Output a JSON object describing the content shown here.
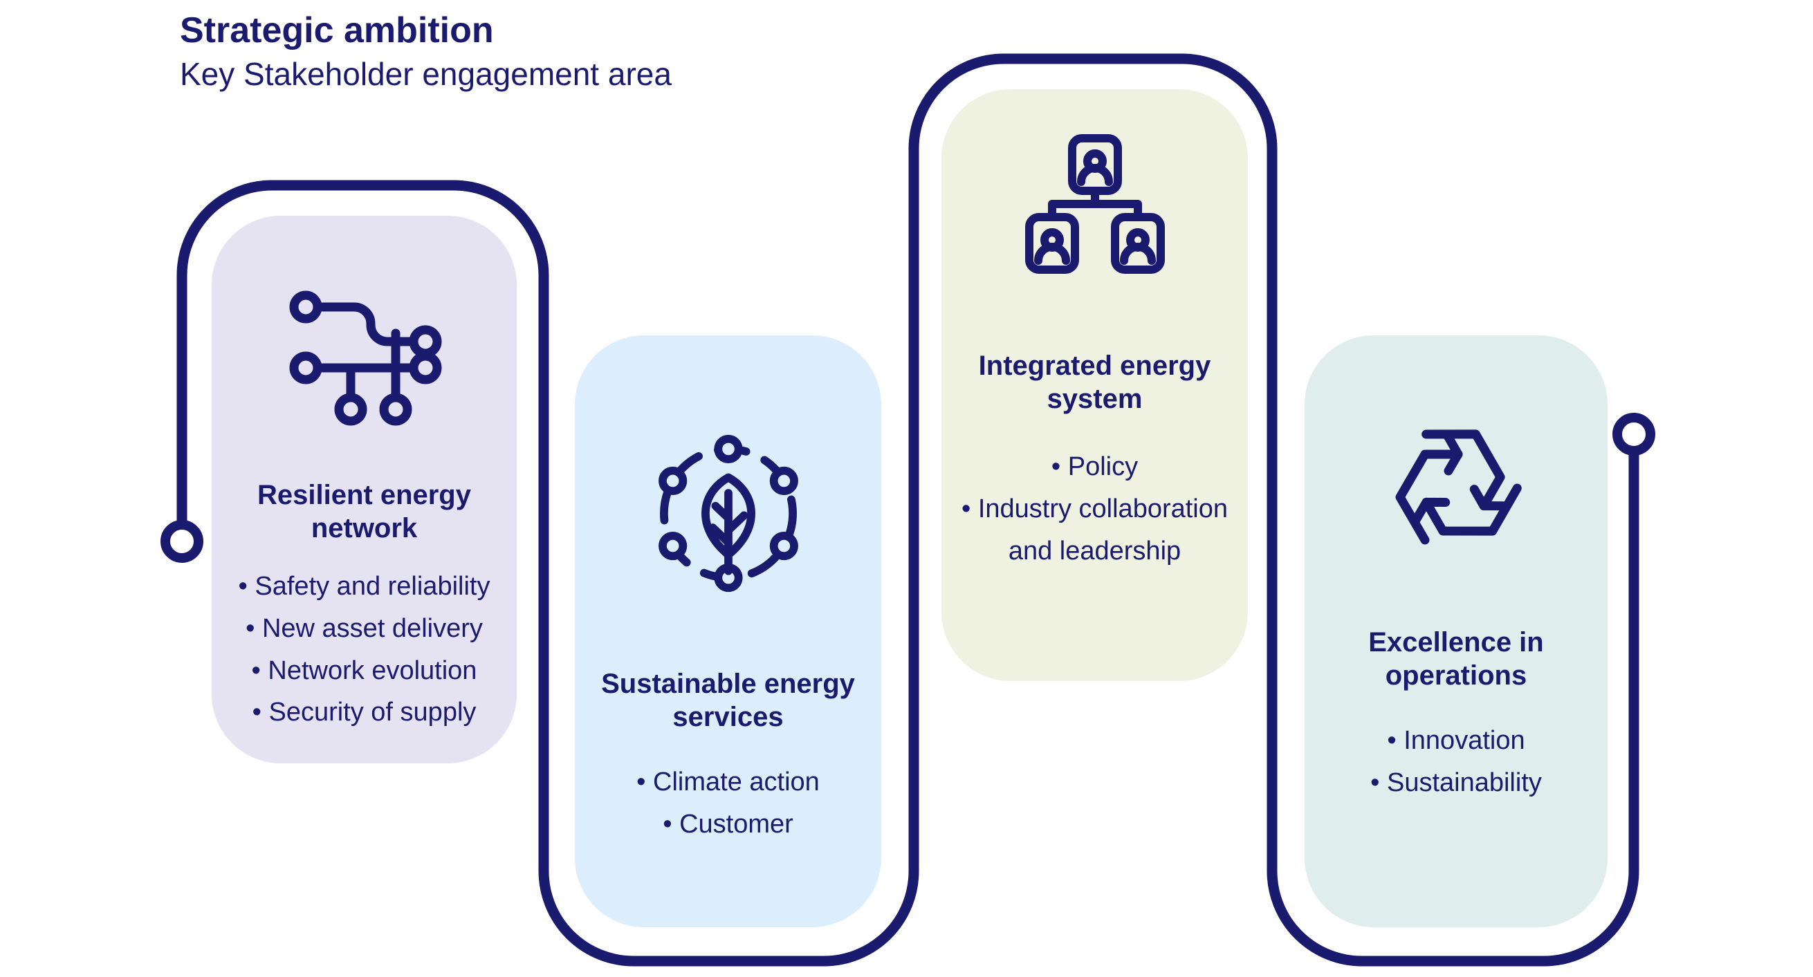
{
  "header": {
    "title": "Strategic ambition",
    "subtitle": "Key Stakeholder engagement area"
  },
  "colors": {
    "navy": "#1A1A6E",
    "card1_bg": "#E5E2F1",
    "card2_bg": "#DCEEFB",
    "card3_bg": "#EFF2E1",
    "card4_bg": "#DFEEEC"
  },
  "cards": [
    {
      "title": "Resilient energy network",
      "icon": "network-icon",
      "bullets": [
        "• Safety and reliability",
        "• New asset delivery",
        "• Network evolution",
        "• Security of supply"
      ]
    },
    {
      "title": "Sustainable energy services",
      "icon": "leaf-network-icon",
      "bullets": [
        "• Climate action",
        "• Customer"
      ]
    },
    {
      "title": "Integrated energy system",
      "icon": "org-chart-icon",
      "bullets": [
        "• Policy",
        "• Industry collaboration and leadership"
      ]
    },
    {
      "title": "Excellence in operations",
      "icon": "recycle-icon",
      "bullets": [
        "• Innovation",
        "• Sustainability"
      ]
    }
  ]
}
